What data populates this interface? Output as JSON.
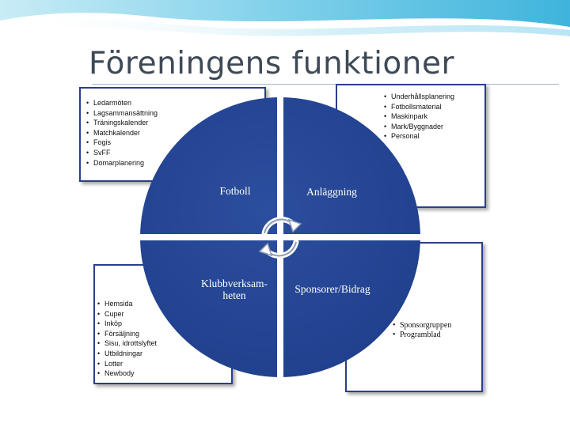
{
  "title": "Föreningens funktioner",
  "quadrants": {
    "top_left": {
      "label": "Fotboll"
    },
    "top_right": {
      "label": "Anläggning"
    },
    "bottom_left": {
      "label_line1": "Klubbverksam-",
      "label_line2": "heten"
    },
    "bottom_right": {
      "label": "Sponsorer/Bidrag"
    }
  },
  "boxes": {
    "fotboll": [
      "Ledarmöten",
      "Lagsammansättning",
      "Träningskalender",
      "Matchkalender",
      "Fogis",
      "SvFF",
      "Domarplanering"
    ],
    "anlaggning": [
      "Underhållsplanering",
      "Fotbollsmaterial",
      "Maskinpark",
      "Mark/Byggnader",
      "Personal"
    ],
    "klubbverksamheten": [
      "Hemsida",
      "Cuper",
      "Inköp",
      "Försäljning",
      "Sisu, idrottslyftet",
      "Utbildningar",
      "Lotter",
      "Newbody"
    ],
    "sponsorer": [
      "Sponsorgruppen",
      "Programblad"
    ]
  },
  "icons": {
    "cycle": "circular-arrows-icon"
  },
  "colors": {
    "circle_fill": "#1f3f8c",
    "box_border": "#2a3f8a",
    "title_color": "#3f4a57",
    "banner": "#5bc3e3"
  }
}
